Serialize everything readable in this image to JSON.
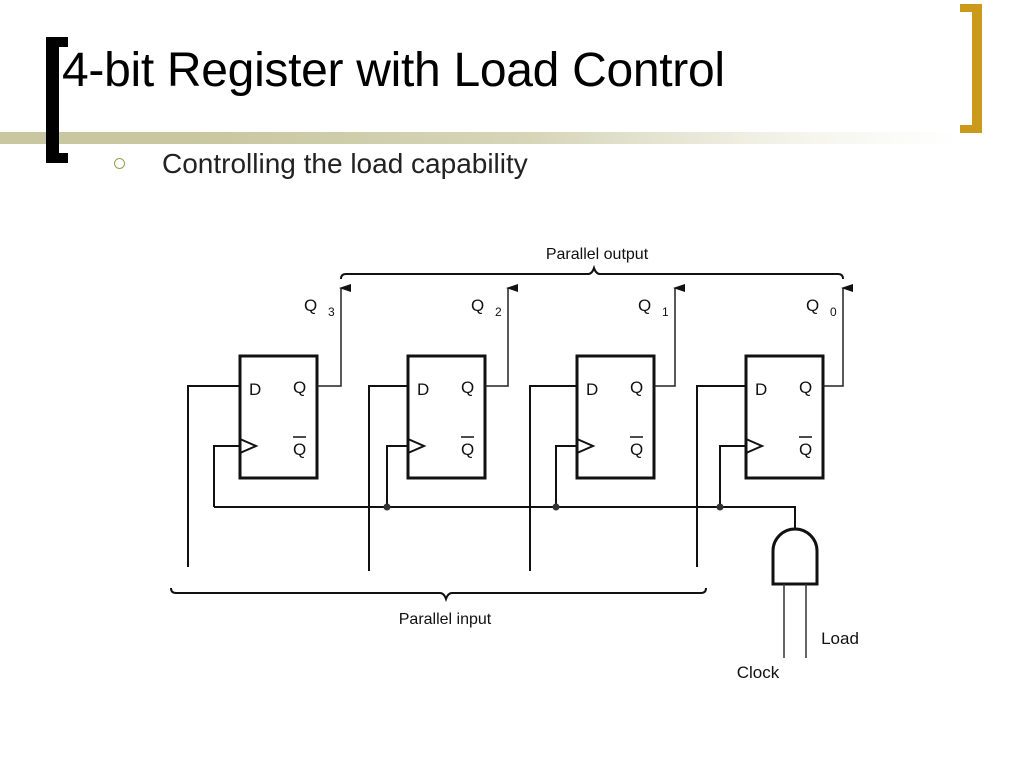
{
  "slide": {
    "title": "4-bit Register with Load Control",
    "bullet_icon": "hollow-circle-bullet",
    "bullets": [
      "Controlling the load capability"
    ],
    "accent_colors": {
      "left_bracket": "#000000",
      "right_bracket": "#cc9a1a",
      "bar": "#c8c79f",
      "bullet": "#9c9b4e"
    }
  },
  "diagram": {
    "output_brace_label": "Parallel output",
    "input_brace_label": "Parallel input",
    "flip_flops": [
      {
        "d_label": "D",
        "q_label": "Q",
        "qbar_label": "Q",
        "output_name": "Q",
        "output_index": "3"
      },
      {
        "d_label": "D",
        "q_label": "Q",
        "qbar_label": "Q",
        "output_name": "Q",
        "output_index": "2"
      },
      {
        "d_label": "D",
        "q_label": "Q",
        "qbar_label": "Q",
        "output_name": "Q",
        "output_index": "1"
      },
      {
        "d_label": "D",
        "q_label": "Q",
        "qbar_label": "Q",
        "output_name": "Q",
        "output_index": "0"
      }
    ],
    "gate": {
      "type": "AND",
      "inputs": [
        "Clock",
        "Load"
      ]
    },
    "clock_label": "Clock",
    "load_label": "Load"
  }
}
